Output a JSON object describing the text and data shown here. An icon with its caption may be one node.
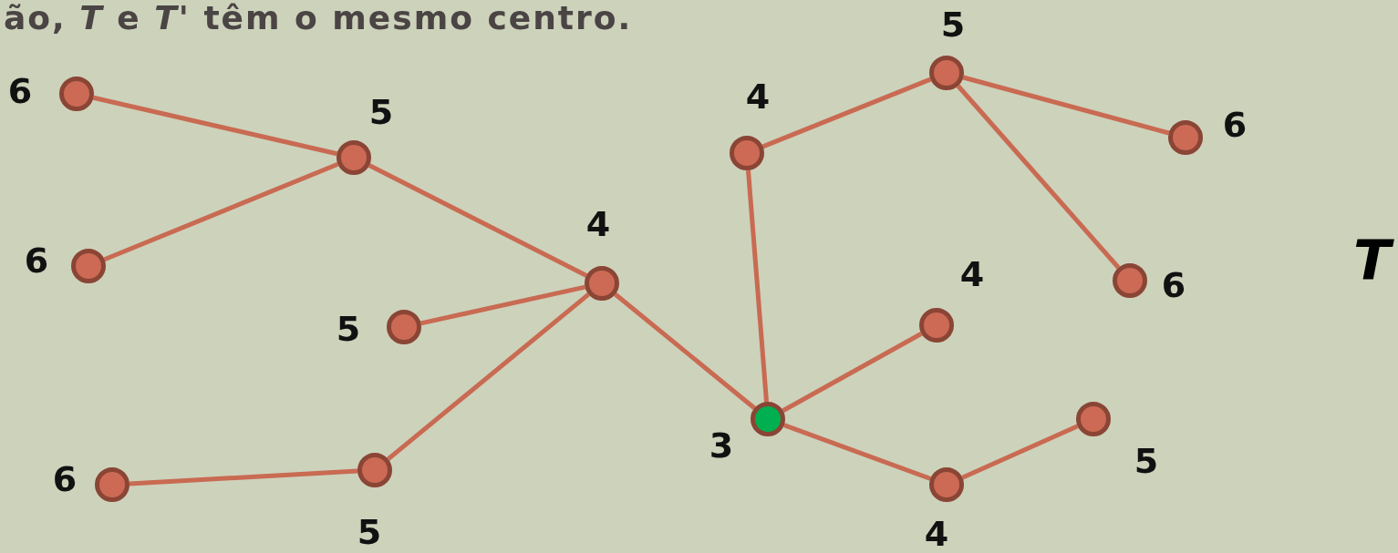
{
  "diagram": {
    "nodes": [
      {
        "text": [],
        "shape": "circle",
        "beside": [
          "6"
        ]
      },
      {
        "text": [],
        "shape": "circle",
        "beside": [
          "5"
        ]
      },
      {
        "text": [],
        "shape": "circle",
        "beside": [
          "6"
        ]
      },
      {
        "text": [],
        "shape": "circle",
        "beside": [
          "4"
        ]
      },
      {
        "text": [],
        "shape": "circle",
        "beside": [
          "5"
        ]
      },
      {
        "text": [],
        "shape": "circle",
        "beside": [
          "5"
        ]
      },
      {
        "text": [],
        "shape": "circle",
        "beside": [
          "6"
        ]
      },
      {
        "text": [],
        "shape": "circle",
        "beside": [
          "4"
        ]
      },
      {
        "text": [],
        "shape": "circle",
        "beside": [
          "5"
        ]
      },
      {
        "text": [],
        "shape": "circle",
        "beside": [
          "6"
        ]
      },
      {
        "text": [],
        "shape": "circle",
        "beside": [
          "6"
        ]
      },
      {
        "text": [],
        "shape": "circle",
        "beside": [
          "4"
        ]
      },
      {
        "text": [],
        "shape": "circle",
        "beside": [
          "3"
        ]
      },
      {
        "text": [],
        "shape": "circle",
        "beside": [
          "5"
        ]
      },
      {
        "text": [],
        "shape": "circle",
        "beside": [
          "4"
        ]
      }
    ],
    "edges": [
      {
        "from": 0,
        "to": 1,
        "arrow": "none"
      },
      {
        "from": 2,
        "to": 1,
        "arrow": "none"
      },
      {
        "from": 1,
        "to": 3,
        "arrow": "none"
      },
      {
        "from": 4,
        "to": 3,
        "arrow": "none"
      },
      {
        "from": 5,
        "to": 3,
        "arrow": "none"
      },
      {
        "from": 6,
        "to": 5,
        "arrow": "none"
      },
      {
        "from": 3,
        "to": 12,
        "arrow": "none"
      },
      {
        "from": 7,
        "to": 12,
        "arrow": "none"
      },
      {
        "from": 7,
        "to": 8,
        "arrow": "none"
      },
      {
        "from": 8,
        "to": 9,
        "arrow": "none"
      },
      {
        "from": 8,
        "to": 10,
        "arrow": "none"
      },
      {
        "from": 12,
        "to": 11,
        "arrow": "none"
      },
      {
        "from": 12,
        "to": 14,
        "arrow": "none"
      },
      {
        "from": 14,
        "to": 13,
        "arrow": "none"
      }
    ],
    "labels": [
      "ão, *T* e *T'* têm o mesmo centro.",
      "T"
    ]
  }
}
